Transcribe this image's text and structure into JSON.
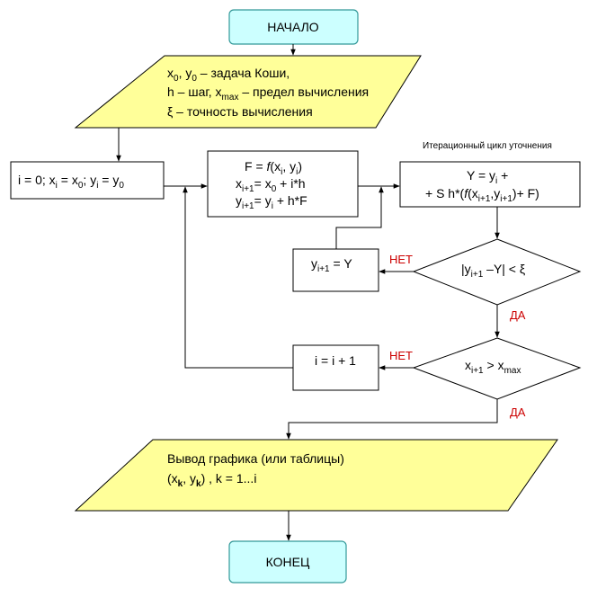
{
  "colors": {
    "terminal_fill": "#ccffff",
    "terminal_stroke": "#339999",
    "io_fill": "#ffff99",
    "process_fill": "#ffffff",
    "arrow": "#000000",
    "branch_label": "#cc0000"
  },
  "start": {
    "label": "НАЧАЛО"
  },
  "input": {
    "line1": {
      "x": "x",
      "x_sub": "0",
      "sep": ", ",
      "y": "y",
      "y_sub": "0",
      "rest": " – задача Коши,"
    },
    "line2": {
      "pre": "h – шаг, ",
      "x": "x",
      "x_sub": "max",
      "rest": " – предел вычисления"
    },
    "line3": "ξ – точность вычисления"
  },
  "init": {
    "a": "i = 0; ",
    "b": "x",
    "b_sub": "i",
    "c": " = ",
    "d": "x",
    "d_sub": "0",
    "e": "; ",
    "f": "y",
    "f_sub": "i",
    "g": " = ",
    "h": "y",
    "h_sub": "0"
  },
  "calc": {
    "line1": {
      "pre": "F = ",
      "f": "f",
      "open": "(x",
      "s1": "i",
      "mid": ", y",
      "s2": "i",
      "close": ")"
    },
    "line2": {
      "x": "x",
      "s1": "i+1",
      "eq": "= x",
      "s2": "0",
      "rest": " + i*h"
    },
    "line3": {
      "y": "y",
      "s1": "i+1",
      "eq": "= y",
      "s2": "i",
      "rest": " + h*F"
    }
  },
  "iteration_title": "Итерационный цикл уточнения",
  "refine": {
    "line1": {
      "pre": "Y = y",
      "s": "i",
      "post": " +"
    },
    "line2": {
      "pre": "+ S  h*(",
      "f": "f",
      "open": "(x",
      "s1": "i+1",
      "comma": ",y",
      "s2": "i+1",
      "close": ")+ F)"
    }
  },
  "assign": {
    "y": "y",
    "s": "i+1",
    "rest": " = Y"
  },
  "check_eps": {
    "pre": "|y",
    "s": "i+1",
    "rest": " –Y|  < ξ"
  },
  "increment": {
    "label": "i = i + 1"
  },
  "check_end": {
    "x": "x",
    "s1": "i+1",
    "gt": " > x",
    "s2": "max"
  },
  "output": {
    "line1": "Вывод графика (или таблицы)",
    "line2": {
      "open": "(x",
      "s1": "k",
      "comma": ", y",
      "s2": "k",
      "close": ") , k = 1...i"
    }
  },
  "end": {
    "label": "КОНЕЦ"
  },
  "labels": {
    "no1": "НЕТ",
    "yes1": "ДА",
    "no2": "НЕТ",
    "yes2": "ДА"
  }
}
